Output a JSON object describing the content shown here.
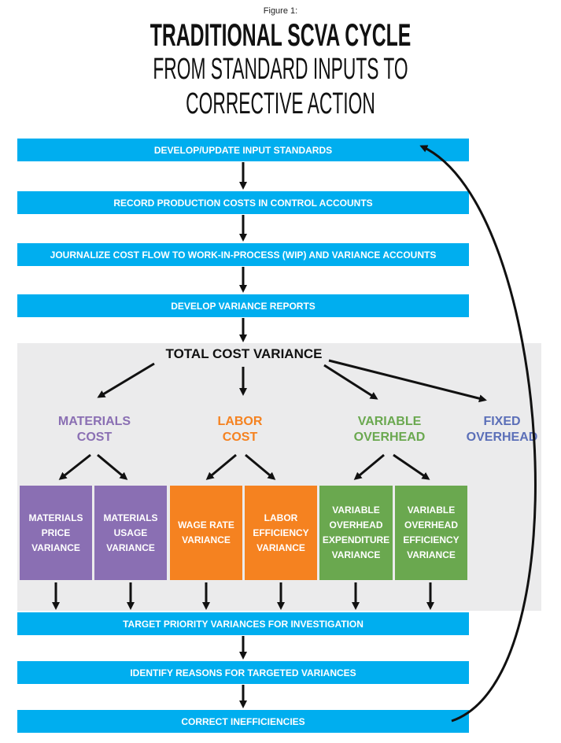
{
  "header": {
    "figure_label": "Figure 1:",
    "title": "TRADITIONAL SCVA CYCLE",
    "subtitle": "FROM STANDARD INPUTS TO CORRECTIVE ACTION"
  },
  "steps": {
    "develop_update": "DEVELOP/UPDATE INPUT STANDARDS",
    "record_costs": "RECORD PRODUCTION COSTS IN CONTROL ACCOUNTS",
    "journalize": "JOURNALIZE COST FLOW TO WORK-IN-PROCESS (WIP) AND VARIANCE ACCOUNTS",
    "develop_reports": "DEVELOP VARIANCE REPORTS",
    "target_priority": "TARGET PRIORITY VARIANCES FOR INVESTIGATION",
    "identify_reasons": "IDENTIFY REASONS FOR TARGETED VARIANCES",
    "correct": "CORRECT INEFFICIENCIES"
  },
  "total_cost_variance": "TOTAL COST VARIANCE",
  "categories": {
    "materials": "MATERIALS\nCOST",
    "labor": "LABOR\nCOST",
    "variable_overhead": "VARIABLE\nOVERHEAD",
    "fixed_overhead": "FIXED\nOVERHEAD"
  },
  "variances": {
    "materials_price": "MATERIALS\nPRICE\nVARIANCE",
    "materials_usage": "MATERIALS\nUSAGE\nVARIANCE",
    "wage_rate": "WAGE RATE\nVARIANCE",
    "labor_efficiency": "LABOR\nEFFICIENCY\nVARIANCE",
    "voh_expenditure": "VARIABLE\nOVERHEAD\nEXPENDITURE\nVARIANCE",
    "voh_efficiency": "VARIABLE\nOVERHEAD\nEFFICIENCY\nVARIANCE"
  },
  "colors": {
    "band": "#00aeef",
    "materials": "#8a6fb3",
    "labor": "#f58220",
    "variable_overhead": "#6aa84f",
    "fixed_overhead": "#5b6fb8",
    "panel": "#ebebec"
  }
}
